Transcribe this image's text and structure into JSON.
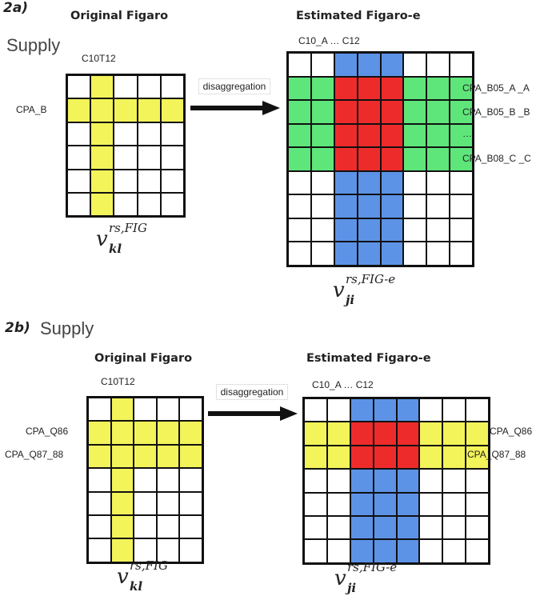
{
  "panel_a": {
    "label": "2a)",
    "supply": "Supply",
    "original": {
      "title": "Original Figaro",
      "col_label": "C10T12",
      "row_label": "CPA_B",
      "formula": {
        "base": "v",
        "sup": "rs,FIG",
        "sub": "kl"
      },
      "rows": [
        [
          "w",
          "y",
          "w",
          "w",
          "w"
        ],
        [
          "y",
          "y",
          "y",
          "y",
          "y"
        ],
        [
          "w",
          "y",
          "w",
          "w",
          "w"
        ],
        [
          "w",
          "y",
          "w",
          "w",
          "w"
        ],
        [
          "w",
          "y",
          "w",
          "w",
          "w"
        ],
        [
          "w",
          "y",
          "w",
          "w",
          "w"
        ]
      ]
    },
    "arrow_label": "disaggregation",
    "estimated": {
      "title": "Estimated Figaro-e",
      "col_label": "C10_A … C12",
      "row_labels": [
        "CPA_B05_A _A",
        "CPA_B05_B _B",
        "…",
        "CPA_B08_C _C"
      ],
      "formula": {
        "base": "v",
        "sup": "rs,FIG-e",
        "sub": "ji"
      },
      "rows": [
        [
          "w",
          "w",
          "b",
          "b",
          "b",
          "w",
          "w",
          "w"
        ],
        [
          "g",
          "g",
          "r",
          "r",
          "r",
          "g",
          "g",
          "g"
        ],
        [
          "g",
          "g",
          "r",
          "r",
          "r",
          "g",
          "g",
          "g"
        ],
        [
          "g",
          "g",
          "r",
          "r",
          "r",
          "g",
          "g",
          "g"
        ],
        [
          "g",
          "g",
          "r",
          "r",
          "r",
          "g",
          "g",
          "g"
        ],
        [
          "w",
          "w",
          "b",
          "b",
          "b",
          "w",
          "w",
          "w"
        ],
        [
          "w",
          "w",
          "b",
          "b",
          "b",
          "w",
          "w",
          "w"
        ],
        [
          "w",
          "w",
          "b",
          "b",
          "b",
          "w",
          "w",
          "w"
        ],
        [
          "w",
          "w",
          "b",
          "b",
          "b",
          "w",
          "w",
          "w"
        ]
      ]
    }
  },
  "panel_b": {
    "label": "2b)",
    "supply": "Supply",
    "original": {
      "title": "Original Figaro",
      "col_label": "C10T12",
      "row_labels": [
        "CPA_Q86",
        "CPA_Q87_88"
      ],
      "formula": {
        "base": "v",
        "sup": "rs,FIG",
        "sub": "kl"
      },
      "rows": [
        [
          "w",
          "y",
          "w",
          "w",
          "w"
        ],
        [
          "y",
          "y",
          "y",
          "y",
          "y"
        ],
        [
          "y",
          "y",
          "y",
          "y",
          "y"
        ],
        [
          "w",
          "y",
          "w",
          "w",
          "w"
        ],
        [
          "w",
          "y",
          "w",
          "w",
          "w"
        ],
        [
          "w",
          "y",
          "w",
          "w",
          "w"
        ],
        [
          "w",
          "y",
          "w",
          "w",
          "w"
        ]
      ]
    },
    "arrow_label": "disaggregation",
    "estimated": {
      "title": "Estimated Figaro-e",
      "col_label": "C10_A  …  C12",
      "row_labels": [
        "CPA_Q86",
        "CPA_Q87_88"
      ],
      "formula": {
        "base": "v",
        "sup": "rs,FIG-e",
        "sub": "ji"
      },
      "rows": [
        [
          "w",
          "w",
          "b",
          "b",
          "b",
          "w",
          "w",
          "w"
        ],
        [
          "y",
          "y",
          "r",
          "r",
          "r",
          "y",
          "y",
          "y"
        ],
        [
          "y",
          "y",
          "r",
          "r",
          "r",
          "y",
          "y",
          "y"
        ],
        [
          "w",
          "w",
          "b",
          "b",
          "b",
          "w",
          "w",
          "w"
        ],
        [
          "w",
          "w",
          "b",
          "b",
          "b",
          "w",
          "w",
          "w"
        ],
        [
          "w",
          "w",
          "b",
          "b",
          "b",
          "w",
          "w",
          "w"
        ],
        [
          "w",
          "w",
          "b",
          "b",
          "b",
          "w",
          "w",
          "w"
        ]
      ]
    }
  }
}
